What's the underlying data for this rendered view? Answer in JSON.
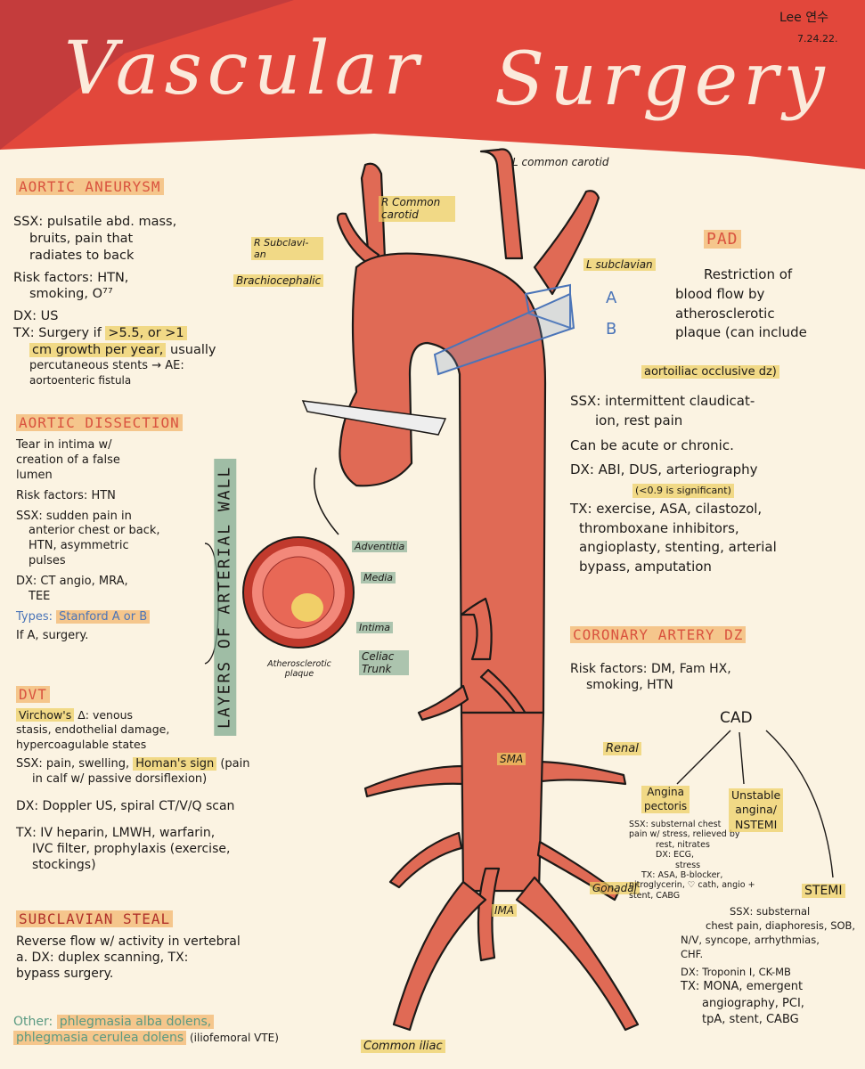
{
  "title": {
    "word1": "Vascular",
    "word2": "Surgery"
  },
  "signature": {
    "name": "Lee 연수",
    "date": "7.24.22."
  },
  "colors": {
    "red_banner": "#e2473b",
    "dark_red": "#c43c3c",
    "artery": "#e06a55",
    "paper": "#fbf3e2",
    "heading": "#d9533f"
  },
  "aortic_aneurysm": {
    "heading": "AORTIC ANEURYSM",
    "lines": [
      "SSX: pulsatile abd. mass,",
      "bruits, pain that",
      "radiates to back",
      "Risk factors: HTN,",
      "smoking, O⁷⁷",
      "DX: US"
    ],
    "tx_prefix": "TX: Surgery if",
    "tx_highlight": ">5.5, or >1",
    "tx_line2": "cm growth per year,",
    "tx_line2_rest": " usually",
    "tx_line3": "percutaneous stents → AE:",
    "tx_line4": "aortoenteric fistula"
  },
  "aortic_dissection": {
    "heading": "AORTIC DISSECTION",
    "lines": [
      "Tear in intima w/",
      "creation of a false",
      "lumen",
      "Risk factors: HTN",
      "SSX: sudden pain in",
      "anterior chest or back,",
      "HTN, asymmetric",
      "pulses",
      "DX: CT angio, MRA,",
      "TEE"
    ],
    "types_label": "Types:",
    "types_value": "Stanford A or B",
    "last": "If A, surgery."
  },
  "layers_label": "LAYERS OF ARTERIAL WALL",
  "dvt": {
    "heading": "DVT",
    "virchow": "Virchow's",
    "lines_a": [
      " Δ: venous",
      "stasis, endothelial damage,",
      "hypercoagulable states"
    ],
    "ssx": "SSX: pain, swelling,",
    "homan": "Homan's sign",
    "ssx_rest": " (pain",
    "ssx_line2": "in calf w/ passive dorsiflexion)",
    "dx": "DX: Doppler US, spiral CT/V/Q scan",
    "tx": [
      "TX: IV heparin, LMWH, warfarin,",
      "IVC filter, prophylaxis (exercise,",
      "stockings)"
    ]
  },
  "subclavian_steal": {
    "heading": "SUBCLAVIAN STEAL",
    "lines": [
      "Reverse flow w/ activity in vertebral",
      "a. DX: duplex scanning, TX:",
      "bypass surgery."
    ]
  },
  "other": {
    "label": "Other:",
    "item1": "phlegmasia alba dolens,",
    "item2": "phlegmasia cerulea dolens",
    "tail": " (iliofemoral VTE)"
  },
  "anatomy": {
    "l_common_carotid": "L common carotid",
    "r_common_carotid": "R Common carotid",
    "r_subclavian": "R Subclavi-an",
    "brachiocephalic": "Brachiocephalic",
    "l_subclavian": "L subclavian",
    "a_label": "A",
    "b_label": "B",
    "adventitia": "Adventitia",
    "media": "Media",
    "intima": "Intima",
    "atherosclerotic_plaque": "Atherosclerotic plaque",
    "celiac_trunk": "Celiac Trunk",
    "sma": "SMA",
    "renal": "Renal",
    "gonadal": "Gonadal",
    "ima": "IMA",
    "common_iliac": "Common iliac"
  },
  "pad": {
    "heading": "PAD",
    "lines": [
      "Restriction of",
      "blood flow by",
      "atherosclerotic",
      "plaque (can include"
    ],
    "highlight": "aortoiliac occlusive dz)",
    "ssx": [
      "SSX: intermittent claudicat-",
      "ion, rest pain"
    ],
    "acute": "Can be acute or chronic.",
    "dx": "DX: ABI, DUS, arteriography",
    "dx_note": "(<0.9 is significant)",
    "tx": [
      "TX: exercise, ASA, cilastozol,",
      "thromboxane inhibitors,",
      "angioplasty, stenting, arterial",
      "bypass, amputation"
    ]
  },
  "cad": {
    "heading": "CORONARY ARTERY DZ",
    "risk": [
      "Risk factors: DM, Fam HX,",
      "smoking, HTN"
    ],
    "center": "CAD",
    "angina_title": [
      "Angina",
      "pectoris"
    ],
    "angina_text": [
      "SSX: substernal chest",
      "pain w/ stress, relieved by",
      "rest, nitrates",
      "DX: ECG,",
      "stress",
      "TX: ASA, B-blocker,",
      "nitroglycerin, ♡ cath, angio +",
      "stent, CABG"
    ],
    "unstable": [
      "Unstable",
      "angina/",
      "NSTEMI"
    ],
    "stemi": "STEMI",
    "stemi_text": [
      "SSX: substernal",
      "chest pain, diaphoresis, SOB,",
      "N/V, syncope, arrhythmias,",
      "CHF."
    ],
    "stemi_dx": "DX: Troponin I, CK-MB",
    "stemi_tx": [
      "TX: MONA, emergent",
      "angiography, PCI,",
      "tpA, stent, CABG"
    ]
  }
}
